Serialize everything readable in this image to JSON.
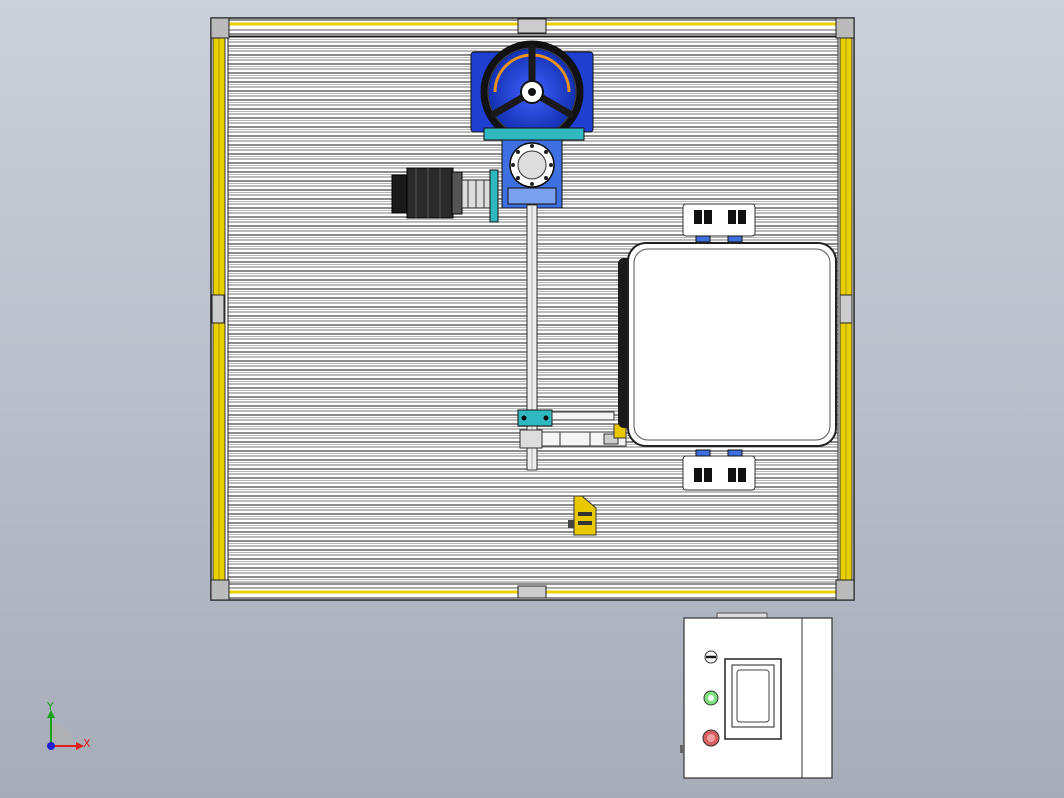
{
  "viewport": {
    "background_top": "#cbd0d9",
    "background_bottom": "#a7adb8"
  },
  "triad": {
    "x_label": "X",
    "y_label": "Y",
    "x_color": "#e02020",
    "y_color": "#18a018",
    "z_color": "#2020d0"
  },
  "colors": {
    "frame_yellow": "#e8d000",
    "motor_blue": "#1f3fd0",
    "bracket_cyan": "#2fb8c0",
    "handwheel": "#111111",
    "sensor_yellow": "#e8c800",
    "indicator_green": "#7fe07f",
    "indicator_red": "#d86060"
  },
  "components": [
    "frame-panel",
    "handwheel-assembly",
    "servo-motor",
    "lead-screw",
    "carriage-slider",
    "tank",
    "yellow-sensor",
    "control-box"
  ]
}
